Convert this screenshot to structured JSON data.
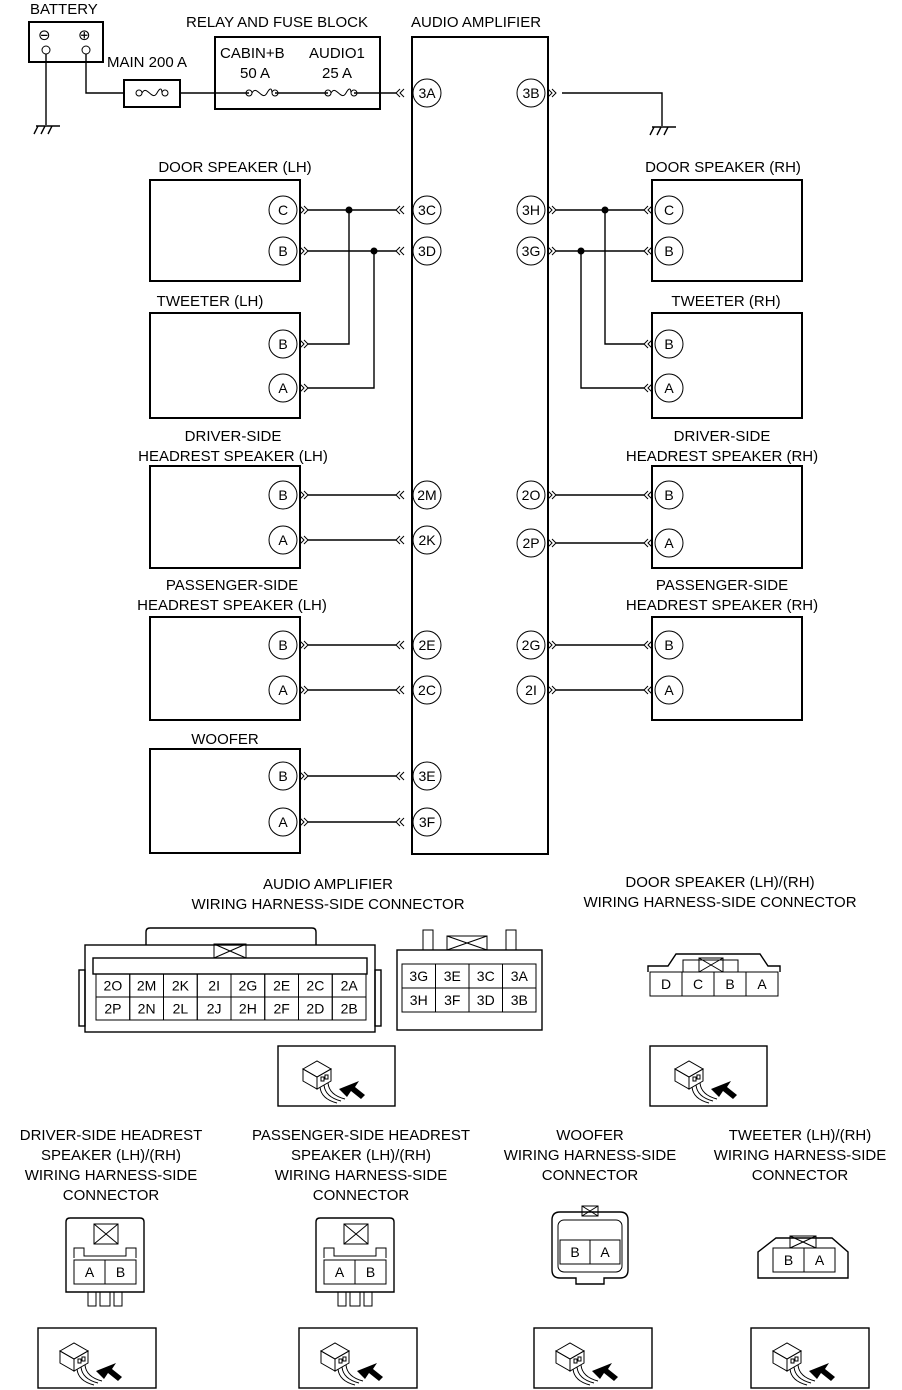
{
  "battery": {
    "label": "BATTERY",
    "minus": "⊖",
    "plus": "⊕"
  },
  "main_fuse": {
    "label": "MAIN 200 A"
  },
  "relay_block": {
    "label": "RELAY AND FUSE BLOCK",
    "fuse1": {
      "name": "CABIN+B",
      "rating": "50 A"
    },
    "fuse2": {
      "name": "AUDIO1",
      "rating": "25 A"
    }
  },
  "amplifier": {
    "label": "AUDIO AMPLIFIER",
    "left_pins": [
      "3A",
      "3C",
      "3D",
      "2M",
      "2K",
      "2E",
      "2C",
      "3E",
      "3F"
    ],
    "right_pins": [
      "3B",
      "3H",
      "3G",
      "2O",
      "2P",
      "2G",
      "2I"
    ]
  },
  "components": {
    "door_lh": {
      "label": "DOOR SPEAKER (LH)",
      "pins": [
        "C",
        "B"
      ]
    },
    "door_rh": {
      "label": "DOOR SPEAKER (RH)",
      "pins": [
        "C",
        "B"
      ]
    },
    "tweeter_lh": {
      "label": "TWEETER (LH)",
      "pins": [
        "B",
        "A"
      ]
    },
    "tweeter_rh": {
      "label": "TWEETER (RH)",
      "pins": [
        "B",
        "A"
      ]
    },
    "driver_lh": {
      "label1": "DRIVER-SIDE",
      "label2": "HEADREST SPEAKER (LH)",
      "pins": [
        "B",
        "A"
      ]
    },
    "driver_rh": {
      "label1": "DRIVER-SIDE",
      "label2": "HEADREST SPEAKER (RH)",
      "pins": [
        "B",
        "A"
      ]
    },
    "pass_lh": {
      "label1": "PASSENGER-SIDE",
      "label2": "HEADREST SPEAKER (LH)",
      "pins": [
        "B",
        "A"
      ]
    },
    "pass_rh": {
      "label1": "PASSENGER-SIDE",
      "label2": "HEADREST SPEAKER (RH)",
      "pins": [
        "B",
        "A"
      ]
    },
    "woofer": {
      "label": "WOOFER",
      "pins": [
        "B",
        "A"
      ]
    }
  },
  "connectors": {
    "amp": {
      "title1": "AUDIO AMPLIFIER",
      "title2": "WIRING HARNESS-SIDE CONNECTOR",
      "block2": [
        [
          "2O",
          "2M",
          "2K",
          "2I",
          "2G",
          "2E",
          "2C",
          "2A"
        ],
        [
          "2P",
          "2N",
          "2L",
          "2J",
          "2H",
          "2F",
          "2D",
          "2B"
        ]
      ],
      "block3": [
        [
          "3G",
          "3E",
          "3C",
          "3A"
        ],
        [
          "3H",
          "3F",
          "3D",
          "3B"
        ]
      ]
    },
    "door": {
      "title1": "DOOR SPEAKER (LH)/(RH)",
      "title2": "WIRING HARNESS-SIDE CONNECTOR",
      "cells": [
        "D",
        "C",
        "B",
        "A"
      ]
    },
    "driver": {
      "lines": [
        "DRIVER-SIDE HEADREST",
        "SPEAKER (LH)/(RH)",
        "WIRING HARNESS-SIDE",
        "CONNECTOR"
      ],
      "cells": [
        "A",
        "B"
      ]
    },
    "passenger": {
      "lines": [
        "PASSENGER-SIDE HEADREST",
        "SPEAKER (LH)/(RH)",
        "WIRING HARNESS-SIDE",
        "CONNECTOR"
      ],
      "cells": [
        "A",
        "B"
      ]
    },
    "woofer": {
      "lines": [
        "WOOFER",
        "WIRING HARNESS-SIDE",
        "CONNECTOR"
      ],
      "cells": [
        "B",
        "A"
      ]
    },
    "tweeter": {
      "lines": [
        "TWEETER (LH)/(RH)",
        "WIRING HARNESS-SIDE",
        "CONNECTOR"
      ],
      "cells": [
        "B",
        "A"
      ]
    }
  }
}
